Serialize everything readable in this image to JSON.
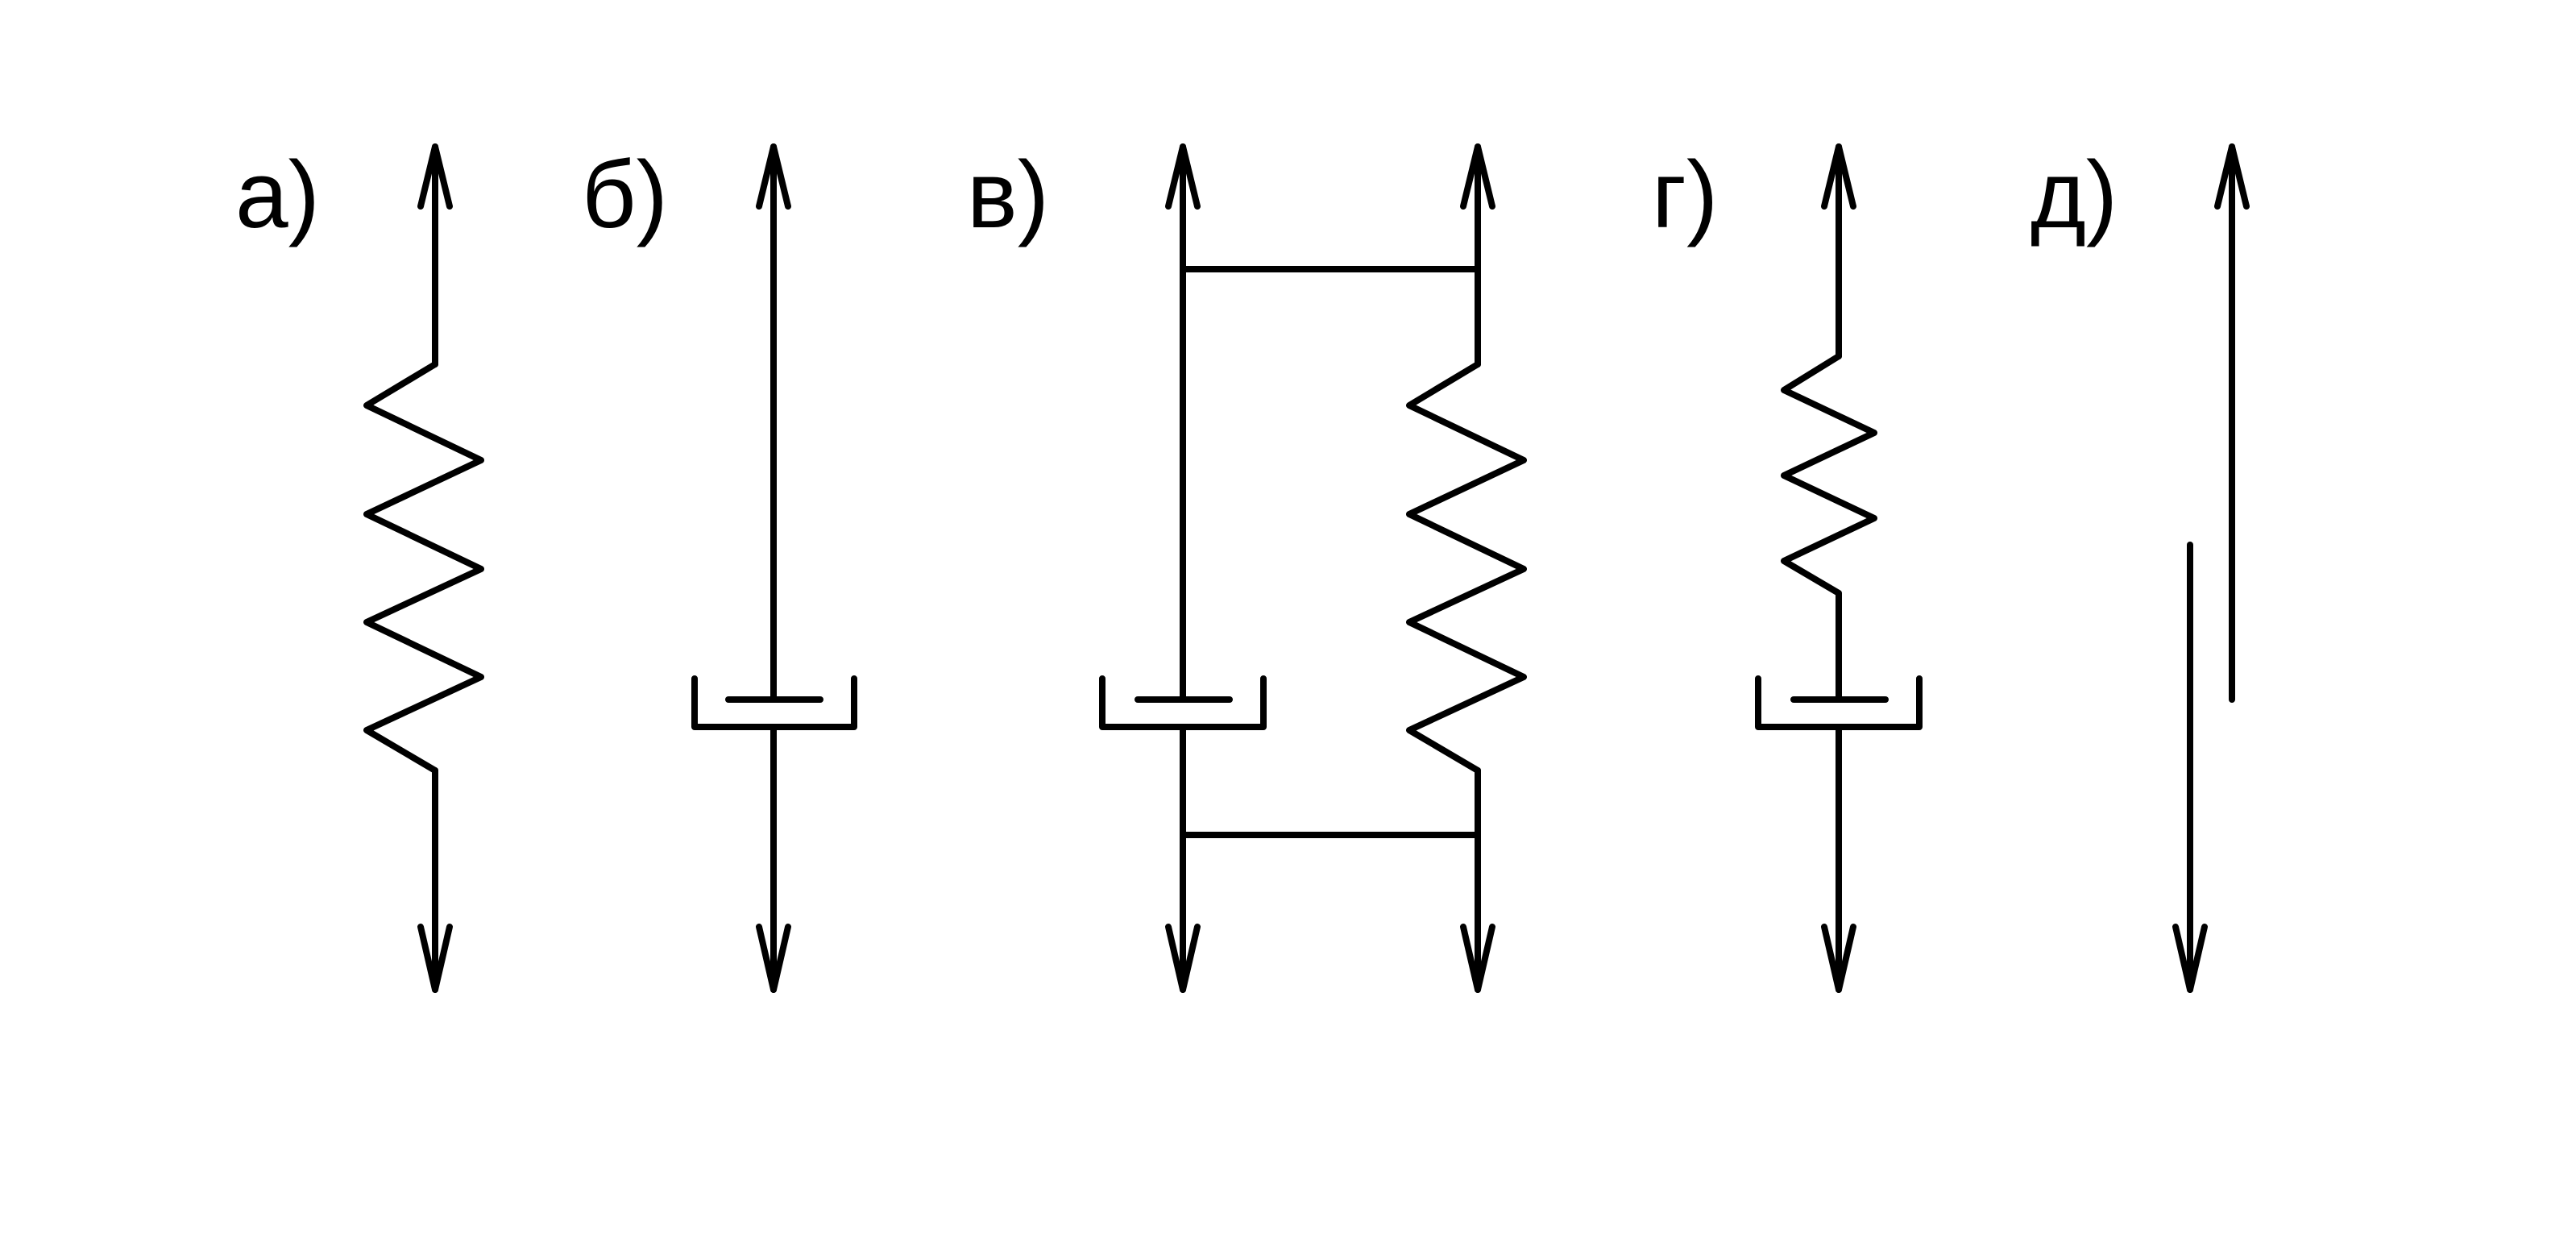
{
  "labels": {
    "a": "а)",
    "b": "б)",
    "v": "в)",
    "g": "г)",
    "d": "д)"
  },
  "colors": {
    "line": "#000000",
    "background": "#ffffff"
  }
}
